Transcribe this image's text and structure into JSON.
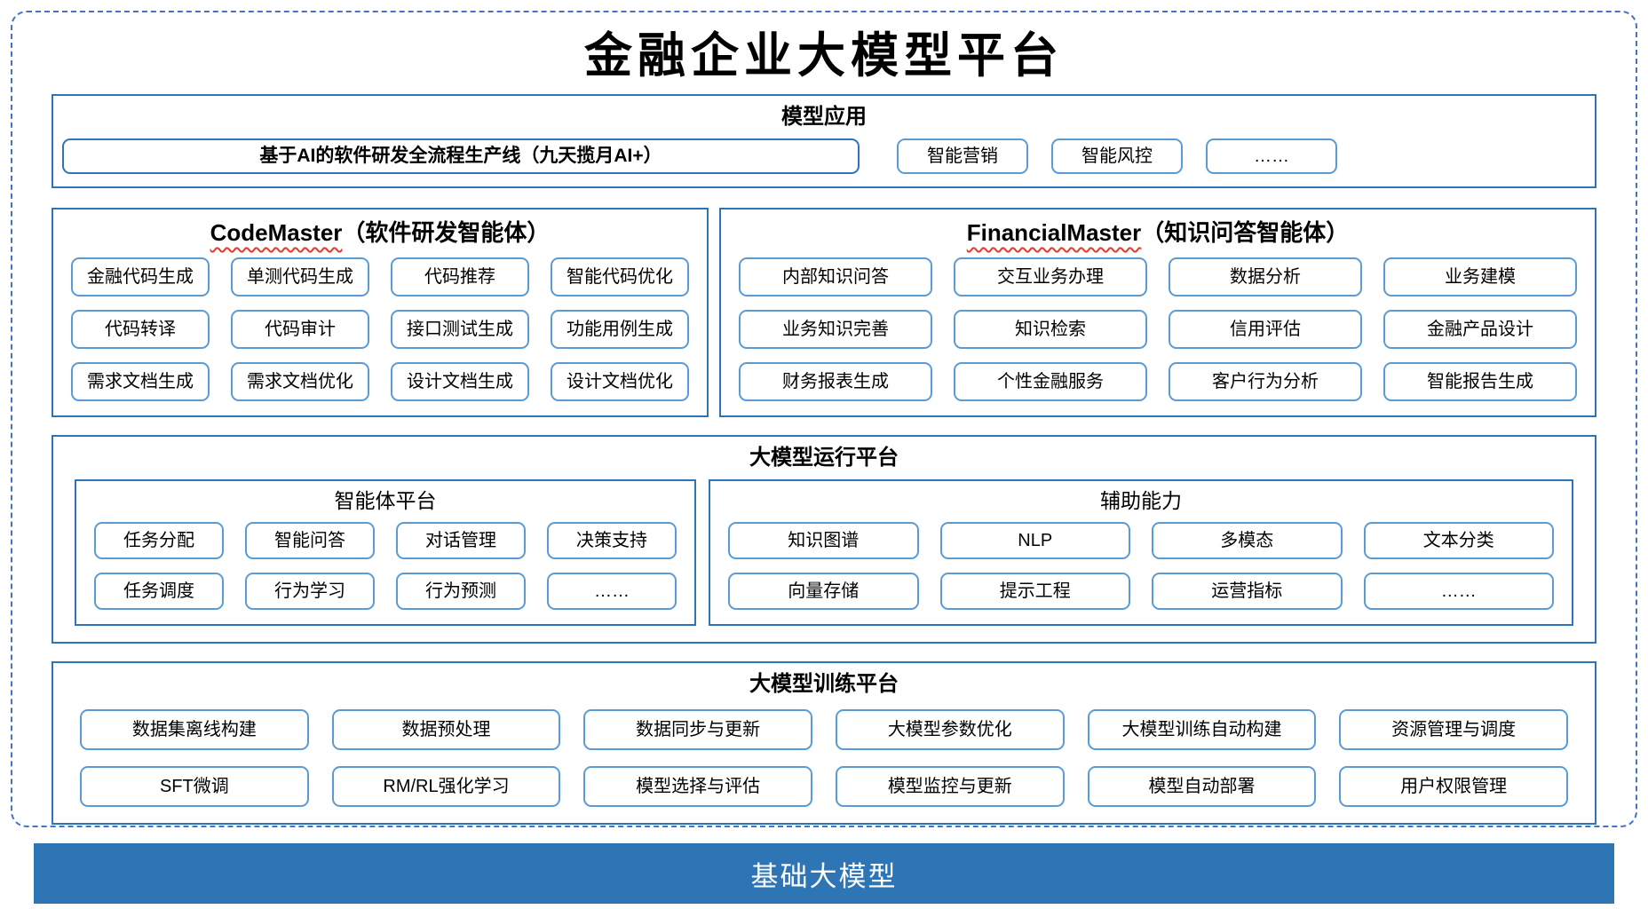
{
  "title": "金融企业大模型平台",
  "colors": {
    "border-strong": "#2E75B6",
    "border-light": "#5B9BD5",
    "dashed": "#4472C4",
    "bar-bg": "#2E75B6",
    "squiggle": "#E5392B"
  },
  "model_app": {
    "title": "模型应用",
    "main_item": "基于AI的软件研发全流程生产线（九天揽月AI+）",
    "items": [
      "智能营销",
      "智能风控",
      "……"
    ]
  },
  "agents": [
    {
      "name_en": "CodeMaster",
      "name_cn": "（软件研发智能体）",
      "items": [
        "金融代码生成",
        "单测代码生成",
        "代码推荐",
        "智能代码优化",
        "代码转译",
        "代码审计",
        "接口测试生成",
        "功能用例生成",
        "需求文档生成",
        "需求文档优化",
        "设计文档生成",
        "设计文档优化"
      ]
    },
    {
      "name_en": "FinancialMaster",
      "name_cn": "（知识问答智能体）",
      "items": [
        "内部知识问答",
        "交互业务办理",
        "数据分析",
        "业务建模",
        "业务知识完善",
        "知识检索",
        "信用评估",
        "金融产品设计",
        "财务报表生成",
        "个性金融服务",
        "客户行为分析",
        "智能报告生成"
      ]
    }
  ],
  "runtime": {
    "title": "大模型运行平台",
    "subsections": [
      {
        "title": "智能体平台",
        "items": [
          "任务分配",
          "智能问答",
          "对话管理",
          "决策支持",
          "任务调度",
          "行为学习",
          "行为预测",
          "……"
        ]
      },
      {
        "title": "辅助能力",
        "items": [
          "知识图谱",
          "NLP",
          "多模态",
          "文本分类",
          "向量存储",
          "提示工程",
          "运营指标",
          "……"
        ]
      }
    ]
  },
  "training": {
    "title": "大模型训练平台",
    "items": [
      "数据集离线构建",
      "数据预处理",
      "数据同步与更新",
      "大模型参数优化",
      "大模型训练自动构建",
      "资源管理与调度",
      "SFT微调",
      "RM/RL强化学习",
      "模型选择与评估",
      "模型监控与更新",
      "模型自动部署",
      "用户权限管理"
    ]
  },
  "foundation": {
    "title": "基础大模型"
  }
}
